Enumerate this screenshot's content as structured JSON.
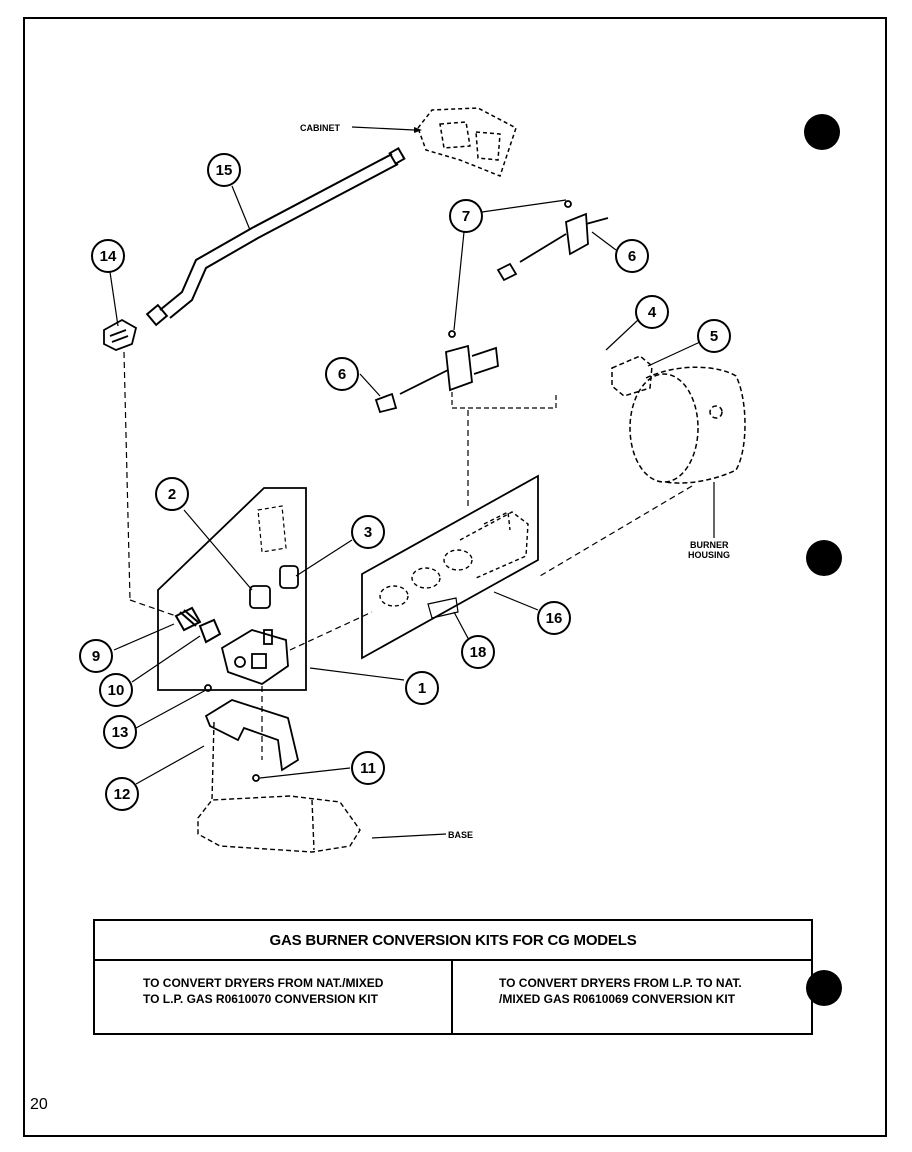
{
  "labels": {
    "cabinet": "CABINET",
    "burner_housing_line1": "BURNER",
    "burner_housing_line2": "HOUSING",
    "base": "BASE"
  },
  "callouts": [
    "15",
    "14",
    "7",
    "6",
    "6",
    "4",
    "5",
    "2",
    "3",
    "16",
    "9",
    "18",
    "10",
    "1",
    "13",
    "11",
    "12"
  ],
  "kit_table": {
    "title": "GAS BURNER CONVERSION KITS FOR CG MODELS",
    "left_line1": "TO CONVERT DRYERS FROM  NAT./MIXED",
    "left_line2": "TO L.P. GAS R0610070 CONVERSION KIT",
    "right_line1": "TO CONVERT DRYERS FROM L.P. TO NAT.",
    "right_line2": "/MIXED GAS R0610069 CONVERSION KIT"
  },
  "page_number": "20"
}
